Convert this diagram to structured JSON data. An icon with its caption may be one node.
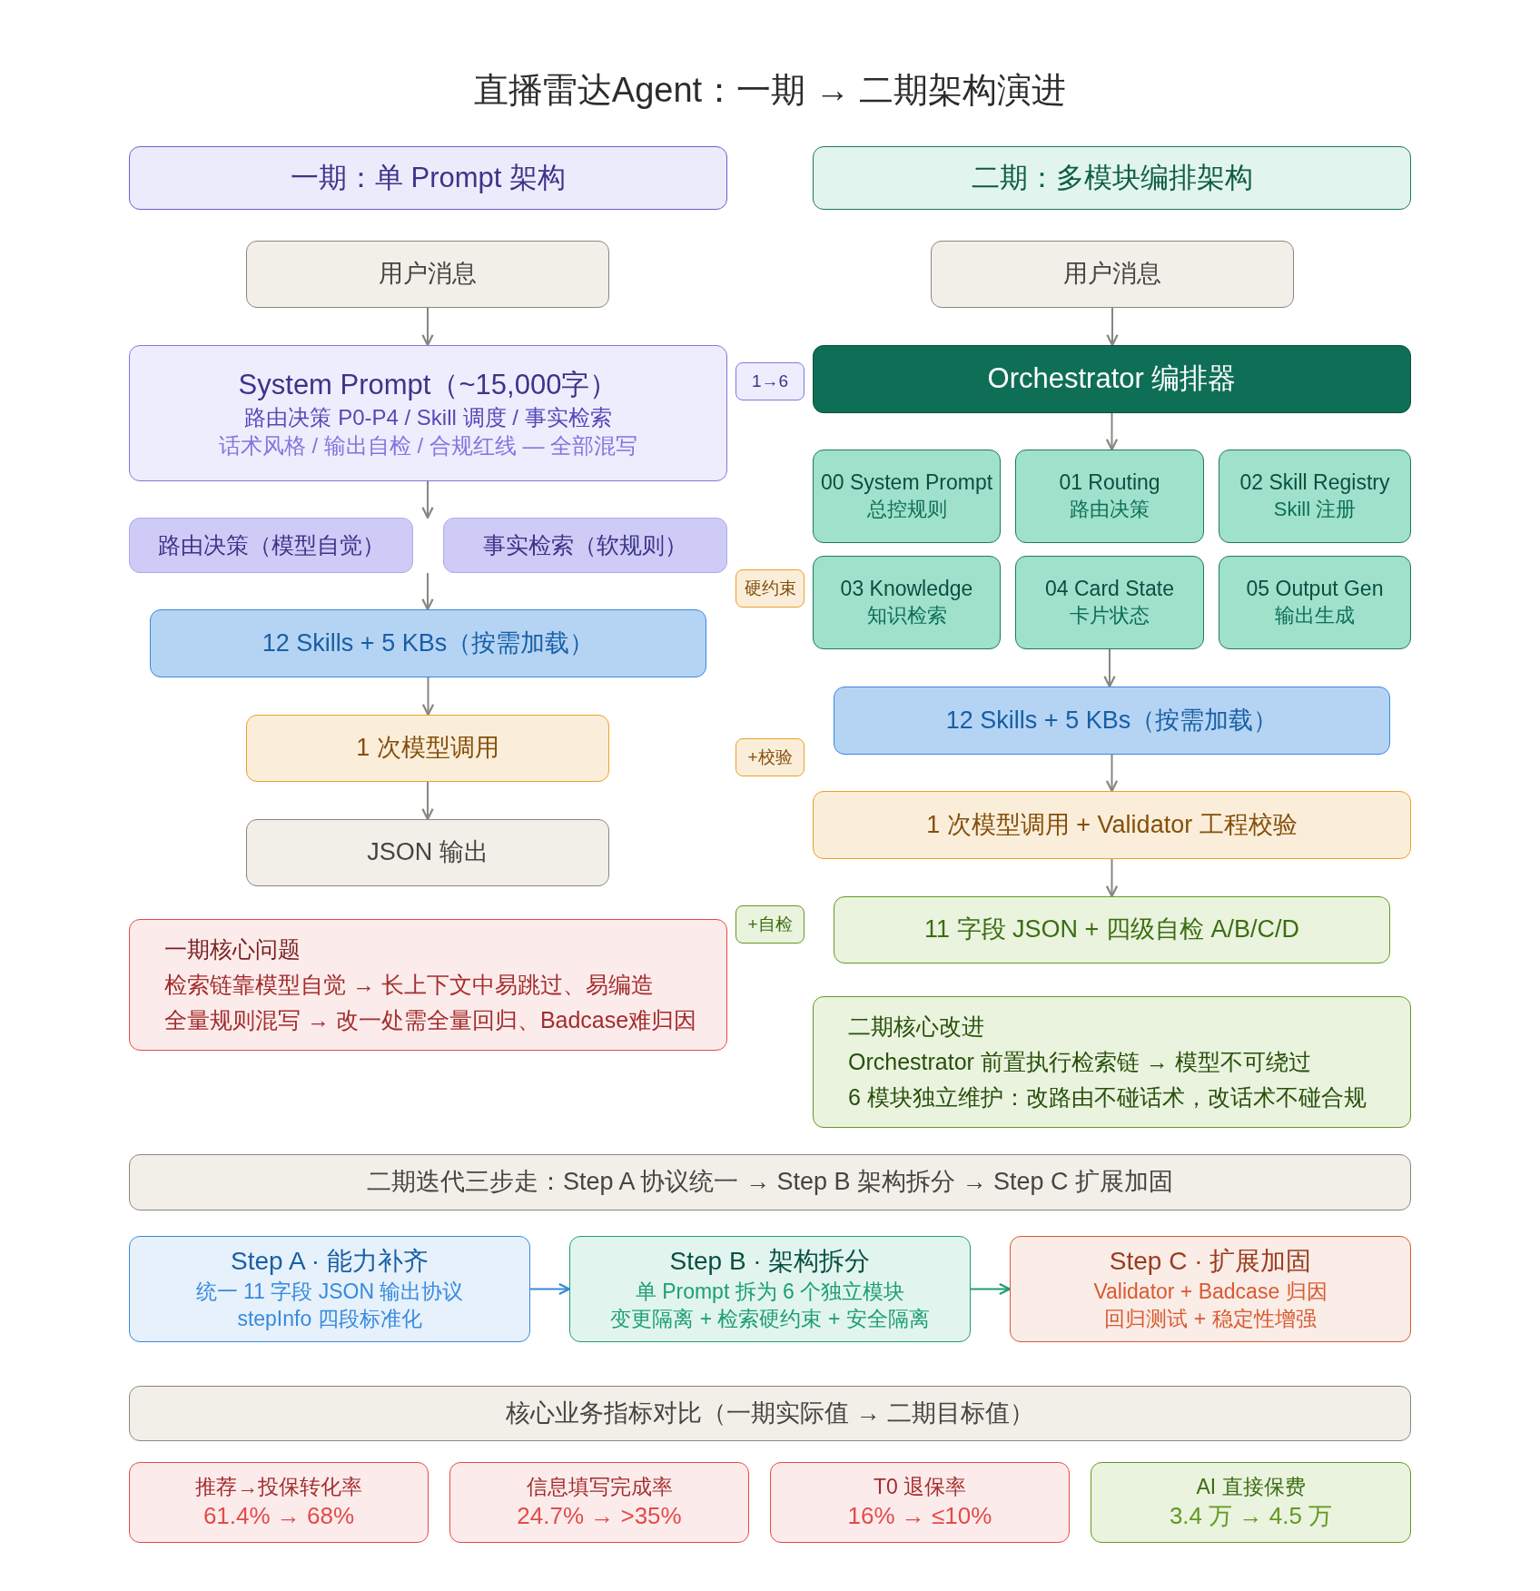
{
  "diagram": {
    "title": "直播雷达Agent：一期 → 二期架构演进",
    "nodes": [
      {
        "text": [
          "一期：单 Prompt 架构"
        ]
      },
      {
        "text": [
          "二期：多模块编排架构"
        ]
      },
      {
        "text": [
          "用户消息"
        ]
      },
      {
        "text": [
          "用户消息"
        ]
      },
      {
        "text": [
          "System Prompt（~15,000字）",
          "路由决策 P0-P4 / Skill 调度 / 事实检索",
          "话术风格 / 输出自检 / 合规红线 — 全部混写"
        ]
      },
      {
        "text": [
          "1→6"
        ]
      },
      {
        "text": [
          "Orchestrator 编排器"
        ]
      },
      {
        "text": [
          "路由决策（模型自觉）"
        ]
      },
      {
        "text": [
          "事实检索（软规则）"
        ]
      },
      {
        "text": [
          "00 System Prompt",
          "总控规则"
        ]
      },
      {
        "text": [
          "01 Routing",
          "路由决策"
        ]
      },
      {
        "text": [
          "02 Skill Registry",
          "Skill 注册"
        ]
      },
      {
        "text": [
          "硬约束"
        ]
      },
      {
        "text": [
          "03 Knowledge",
          "知识检索"
        ]
      },
      {
        "text": [
          "04 Card State",
          "卡片状态"
        ]
      },
      {
        "text": [
          "05 Output Gen",
          "输出生成"
        ]
      },
      {
        "text": [
          "12 Skills + 5 KBs（按需加载）"
        ]
      },
      {
        "text": [
          "12 Skills + 5 KBs（按需加载）"
        ]
      },
      {
        "text": [
          "1 次模型调用"
        ]
      },
      {
        "text": [
          "+校验"
        ]
      },
      {
        "text": [
          "1 次模型调用 + Validator 工程校验"
        ]
      },
      {
        "text": [
          "JSON 输出"
        ]
      },
      {
        "text": [
          "+自检"
        ]
      },
      {
        "text": [
          "11 字段 JSON + 四级自检 A/B/C/D"
        ]
      },
      {
        "text": [
          "一期核心问题",
          "检索链靠模型自觉 → 长上下文中易跳过、易编造",
          "全量规则混写 → 改一处需全量回归、Badcase难归因"
        ]
      },
      {
        "text": [
          "二期核心改进",
          "Orchestrator 前置执行检索链 → 模型不可绕过",
          "6 模块独立维护：改路由不碰话术，改话术不碰合规"
        ]
      },
      {
        "text": [
          "二期迭代三步走：Step A 协议统一 → Step B 架构拆分 → Step C 扩展加固"
        ]
      },
      {
        "text": [
          "Step A · 能力补齐",
          "统一 11 字段 JSON 输出协议",
          "stepInfo 四段标准化"
        ]
      },
      {
        "text": [
          "Step B · 架构拆分",
          "单 Prompt 拆为 6 个独立模块",
          "变更隔离 + 检索硬约束 + 安全隔离"
        ]
      },
      {
        "text": [
          "Step C · 扩展加固",
          "Validator + Badcase 归因",
          "回归测试 + 稳定性增强"
        ]
      },
      {
        "text": [
          "核心业务指标对比（一期实际值 → 二期目标值）"
        ]
      },
      {
        "text": [
          "推荐→投保转化率",
          "61.4% → 68%"
        ]
      },
      {
        "text": [
          "信息填写完成率",
          "24.7% → >35%"
        ]
      },
      {
        "text": [
          "T0 退保率",
          "16% → ≤10%"
        ]
      },
      {
        "text": [
          "AI 直接保费",
          "3.4 万 → 4.5 万"
        ]
      }
    ],
    "edges": [
      {
        "from": 2,
        "to": 4,
        "arrow": "to"
      },
      {
        "from": 3,
        "to": 6,
        "arrow": "to"
      },
      {
        "from": 4,
        "to": 7,
        "arrow": "to"
      },
      {
        "from": 7,
        "to": 16,
        "arrow": "to"
      },
      {
        "from": 6,
        "to": 10,
        "arrow": "to"
      },
      {
        "from": 14,
        "to": 17,
        "arrow": "to"
      },
      {
        "from": 16,
        "to": 18,
        "arrow": "to"
      },
      {
        "from": 18,
        "to": 21,
        "arrow": "to"
      },
      {
        "from": 17,
        "to": 20,
        "arrow": "to"
      },
      {
        "from": 20,
        "to": 23,
        "arrow": "to"
      },
      {
        "from": 27,
        "to": 28,
        "arrow": "to",
        "color": "#378add"
      },
      {
        "from": 28,
        "to": 29,
        "arrow": "to",
        "color": "#1d9e75"
      }
    ]
  }
}
